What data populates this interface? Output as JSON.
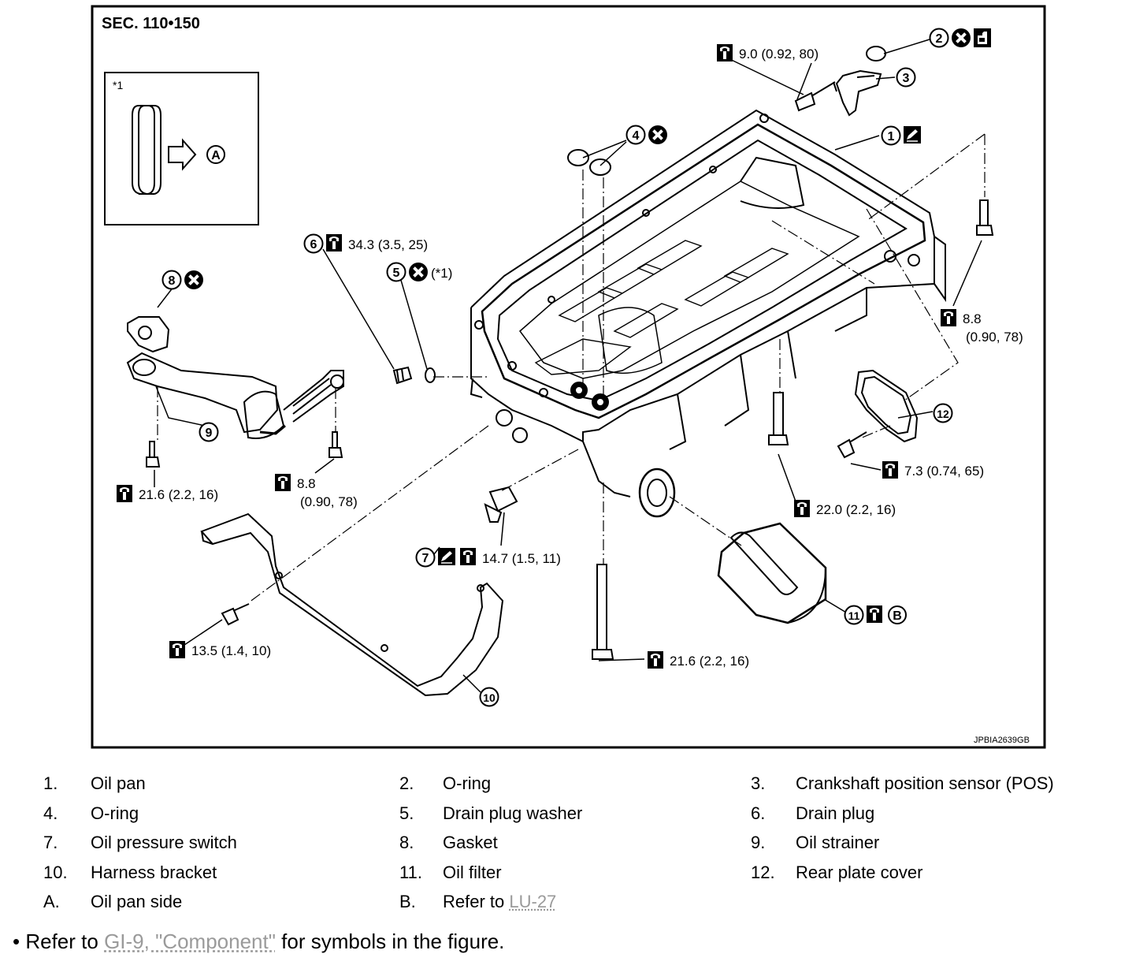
{
  "figure": {
    "section": "SEC. 110•150",
    "code": "JPBIA2639GB",
    "inset": {
      "ref": "*1",
      "letter": "A"
    },
    "callouts": [
      {
        "num": "1",
        "symbols": [
          "apply-liquid-gasket-icon"
        ]
      },
      {
        "num": "2",
        "symbols": [
          "do-not-reuse-icon",
          "apply-oil-icon"
        ]
      },
      {
        "num": "3",
        "symbols": []
      },
      {
        "num": "4",
        "symbols": [
          "do-not-reuse-icon"
        ]
      },
      {
        "num": "5",
        "symbols": [
          "do-not-reuse-icon"
        ],
        "note": "(*1)"
      },
      {
        "num": "6",
        "symbols": [
          "torque-wrench-icon"
        ],
        "torque": "34.3 (3.5, 25)"
      },
      {
        "num": "7",
        "symbols": [
          "apply-liquid-gasket-icon",
          "torque-wrench-icon"
        ],
        "torque": "14.7 (1.5, 11)"
      },
      {
        "num": "8",
        "symbols": [
          "do-not-reuse-icon"
        ]
      },
      {
        "num": "9",
        "symbols": []
      },
      {
        "num": "10",
        "symbols": []
      },
      {
        "num": "11",
        "symbols": [
          "torque-wrench-icon"
        ],
        "letter": "B"
      },
      {
        "num": "12",
        "symbols": []
      }
    ],
    "torques": [
      {
        "value": "9.0 (0.92, 80)"
      },
      {
        "value": "8.8",
        "value2": "(0.90, 78)"
      },
      {
        "value": "21.6 (2.2, 16)"
      },
      {
        "value": "8.8",
        "value2": "(0.90, 78)"
      },
      {
        "value": "7.3 (0.74, 65)"
      },
      {
        "value": "22.0 (2.2, 16)"
      },
      {
        "value": "13.5 (1.4, 10)"
      },
      {
        "value": "21.6 (2.2, 16)"
      }
    ]
  },
  "legend": [
    [
      {
        "num": "1.",
        "text": "Oil pan"
      },
      {
        "num": "2.",
        "text": "O-ring"
      },
      {
        "num": "3.",
        "text": "Crankshaft position sensor (POS)"
      }
    ],
    [
      {
        "num": "4.",
        "text": "O-ring"
      },
      {
        "num": "5.",
        "text": "Drain plug washer"
      },
      {
        "num": "6.",
        "text": "Drain plug"
      }
    ],
    [
      {
        "num": "7.",
        "text": "Oil pressure switch"
      },
      {
        "num": "8.",
        "text": "Gasket"
      },
      {
        "num": "9.",
        "text": "Oil strainer"
      }
    ],
    [
      {
        "num": "10.",
        "text": "Harness bracket"
      },
      {
        "num": "11.",
        "text": "Oil filter"
      },
      {
        "num": "12.",
        "text": "Rear plate cover"
      }
    ],
    [
      {
        "num": "A.",
        "text": "Oil pan side"
      },
      {
        "num": "B.",
        "text": "Refer to ",
        "link": "LU-27"
      }
    ]
  ],
  "note": {
    "bullet": "•",
    "prefix": "Refer to ",
    "link": "GI-9, \"Component\"",
    "suffix": " for symbols in the figure."
  }
}
